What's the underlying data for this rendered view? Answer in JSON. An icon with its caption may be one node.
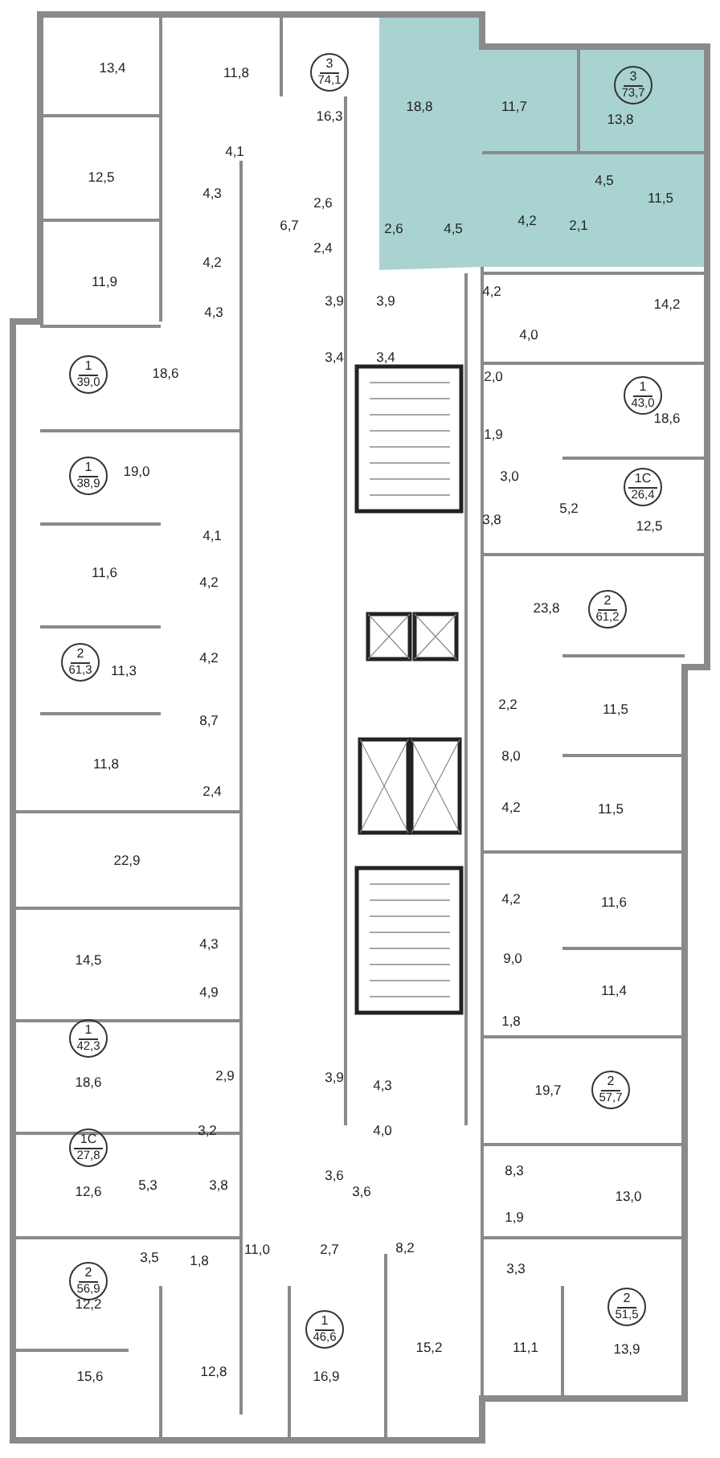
{
  "diagram": {
    "nodes": [
      {
        "text": [
          "3",
          "74,1"
        ]
      },
      {
        "text": [
          "3",
          "73,7"
        ]
      },
      {
        "text": [
          "1",
          "39,0"
        ]
      },
      {
        "text": [
          "1",
          "43,0"
        ]
      },
      {
        "text": [
          "1",
          "38,9"
        ]
      },
      {
        "text": [
          "1C",
          "26,4"
        ]
      },
      {
        "text": [
          "2",
          "61,2"
        ]
      },
      {
        "text": [
          "2",
          "61,3"
        ]
      },
      {
        "text": [
          "1",
          "42,3"
        ]
      },
      {
        "text": [
          "2",
          "57,7"
        ]
      },
      {
        "text": [
          "1C",
          "27,8"
        ]
      },
      {
        "text": [
          "2",
          "56,9"
        ]
      },
      {
        "text": [
          "2",
          "51,5"
        ]
      },
      {
        "text": [
          "1",
          "46,6"
        ]
      }
    ],
    "labels": [
      "13,4",
      "11,8",
      "16,3",
      "18,8",
      "11,7",
      "13,8",
      "4,1",
      "12,5",
      "4,5",
      "4,3",
      "2,6",
      "6,7",
      "2,4",
      "4,2",
      "11,9",
      "2,6",
      "4,5",
      "4,2",
      "2,1",
      "11,5",
      "3,9",
      "3,9",
      "4,2",
      "14,2",
      "4,3",
      "4,0",
      "3,4",
      "3,4",
      "18,6",
      "2,0",
      "18,6",
      "1,9",
      "19,0",
      "3,0",
      "5,2",
      "12,5",
      "3,8",
      "4,1",
      "11,6",
      "4,2",
      "23,8",
      "4,2",
      "11,3",
      "2,2",
      "11,5",
      "8,7",
      "8,0",
      "11,8",
      "2,4",
      "4,2",
      "11,5",
      "22,9",
      "4,2",
      "11,6",
      "4,3",
      "14,5",
      "9,0",
      "4,9",
      "11,4",
      "1,8",
      "2,9",
      "18,6",
      "3,9",
      "4,3",
      "19,7",
      "3,2",
      "4,0",
      "8,3",
      "3,6",
      "5,3",
      "12,6",
      "3,8",
      "3,6",
      "1,9",
      "13,0",
      "11,0",
      "2,7",
      "3,5",
      "1,8",
      "8,2",
      "3,3",
      "12,2",
      "15,6",
      "12,8",
      "16,9",
      "15,2",
      "11,1",
      "13,9"
    ]
  }
}
